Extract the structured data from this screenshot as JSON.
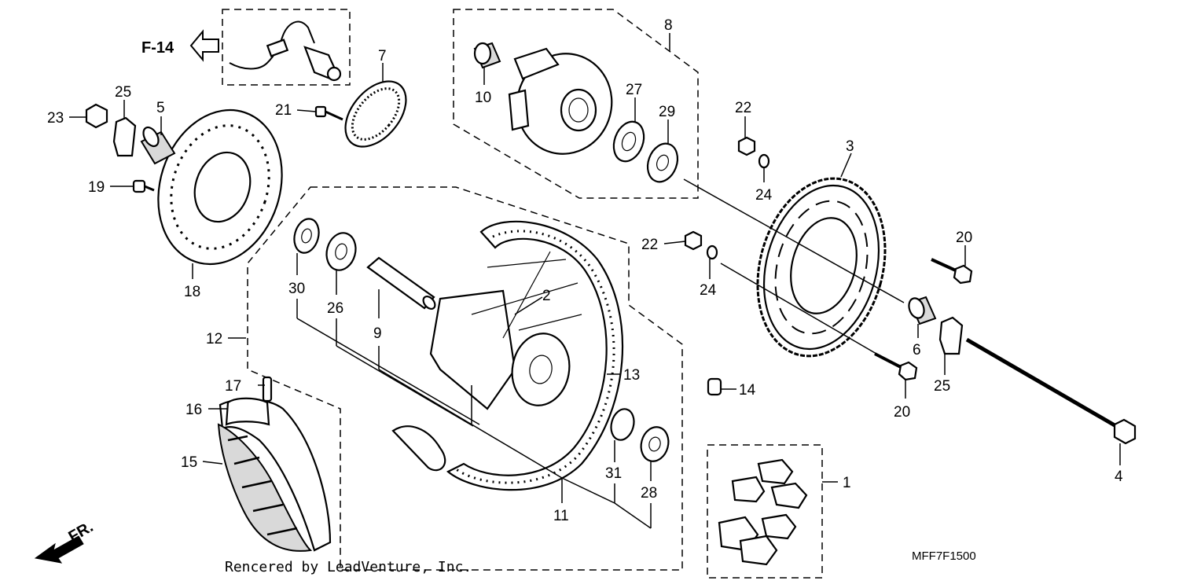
{
  "diagram": {
    "reference_label": "F-14",
    "front_label": "FR.",
    "diagram_code": "MFF7F1500",
    "credit": "Rencered by LeadVenture, Inc.",
    "callouts": [
      {
        "id": "c1",
        "text": "1"
      },
      {
        "id": "c2",
        "text": "2"
      },
      {
        "id": "c3",
        "text": "3"
      },
      {
        "id": "c4",
        "text": "4"
      },
      {
        "id": "c5",
        "text": "5"
      },
      {
        "id": "c6",
        "text": "6"
      },
      {
        "id": "c7",
        "text": "7"
      },
      {
        "id": "c8",
        "text": "8"
      },
      {
        "id": "c9",
        "text": "9"
      },
      {
        "id": "c10",
        "text": "10"
      },
      {
        "id": "c11",
        "text": "11"
      },
      {
        "id": "c12",
        "text": "12"
      },
      {
        "id": "c13",
        "text": "13"
      },
      {
        "id": "c14",
        "text": "14"
      },
      {
        "id": "c15",
        "text": "15"
      },
      {
        "id": "c16",
        "text": "16"
      },
      {
        "id": "c17",
        "text": "17"
      },
      {
        "id": "c18",
        "text": "18"
      },
      {
        "id": "c19",
        "text": "19"
      },
      {
        "id": "c20a",
        "text": "20"
      },
      {
        "id": "c20b",
        "text": "20"
      },
      {
        "id": "c21",
        "text": "21"
      },
      {
        "id": "c22a",
        "text": "22"
      },
      {
        "id": "c22b",
        "text": "22"
      },
      {
        "id": "c23",
        "text": "23"
      },
      {
        "id": "c24a",
        "text": "24"
      },
      {
        "id": "c24b",
        "text": "24"
      },
      {
        "id": "c25a",
        "text": "25"
      },
      {
        "id": "c25b",
        "text": "25"
      },
      {
        "id": "c26",
        "text": "26"
      },
      {
        "id": "c27",
        "text": "27"
      },
      {
        "id": "c28",
        "text": "28"
      },
      {
        "id": "c29",
        "text": "29"
      },
      {
        "id": "c30",
        "text": "30"
      },
      {
        "id": "c31",
        "text": "31"
      }
    ]
  }
}
